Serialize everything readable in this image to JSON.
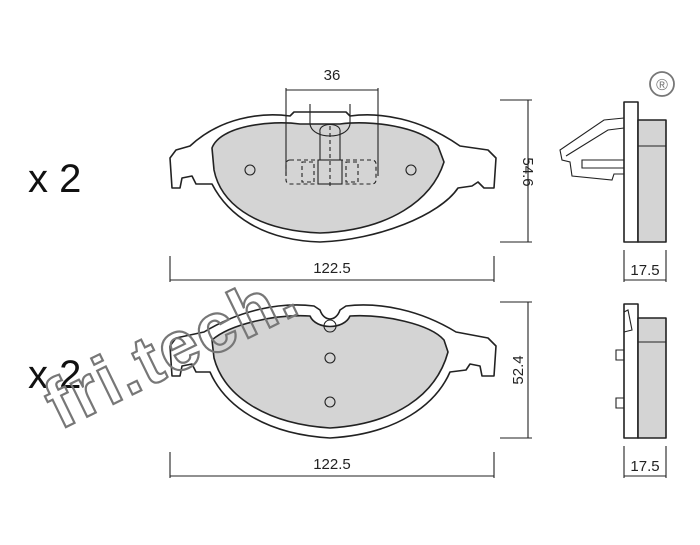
{
  "brand": {
    "watermark": "fri.tech.",
    "registered_mark": "®"
  },
  "top_view": {
    "quantity": "x 2",
    "dim_width": "122.5",
    "dim_height": "54.6",
    "dim_thickness": "17.5",
    "dim_clip": "36"
  },
  "bottom_view": {
    "quantity": "x 2",
    "dim_width": "122.5",
    "dim_height": "52.4",
    "dim_thickness": "17.5"
  }
}
